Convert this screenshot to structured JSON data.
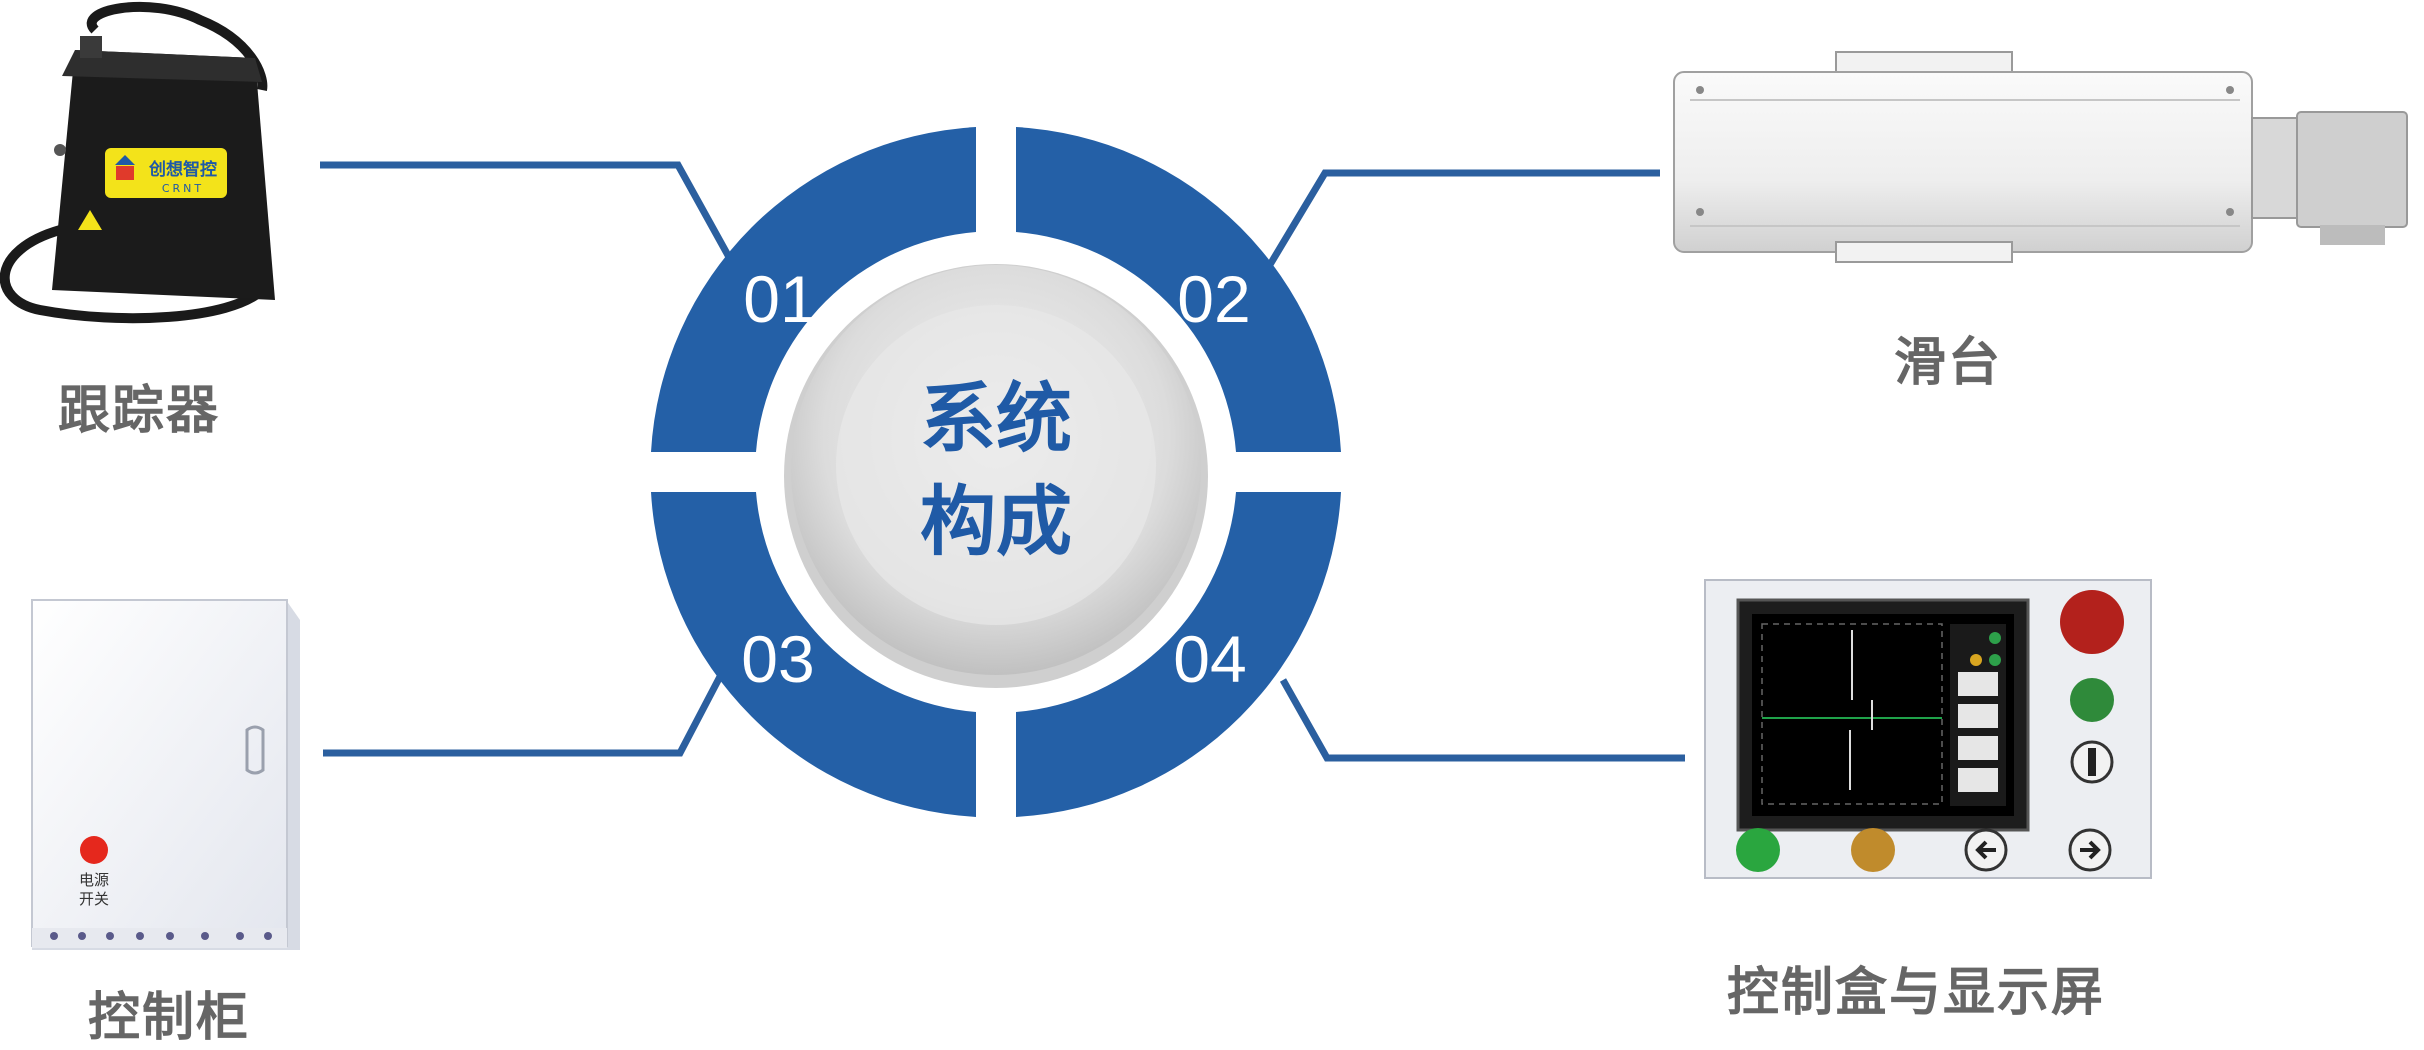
{
  "center": {
    "line1": "系统",
    "line2": "构成"
  },
  "segments": [
    {
      "number": "01",
      "label": "跟踪器"
    },
    {
      "number": "02",
      "label": "滑台"
    },
    {
      "number": "03",
      "label": "控制柜"
    },
    {
      "number": "04",
      "label": "控制盒与显示屏"
    }
  ],
  "tracker": {
    "logo_text": "创想智控",
    "logo_sub": "CRNT"
  },
  "cabinet": {
    "switch_label_1": "电源",
    "switch_label_2": "开关"
  },
  "colors": {
    "ring_blue": "#2460a7",
    "connector_blue": "#2b5f9f",
    "label_gray": "#666666"
  }
}
